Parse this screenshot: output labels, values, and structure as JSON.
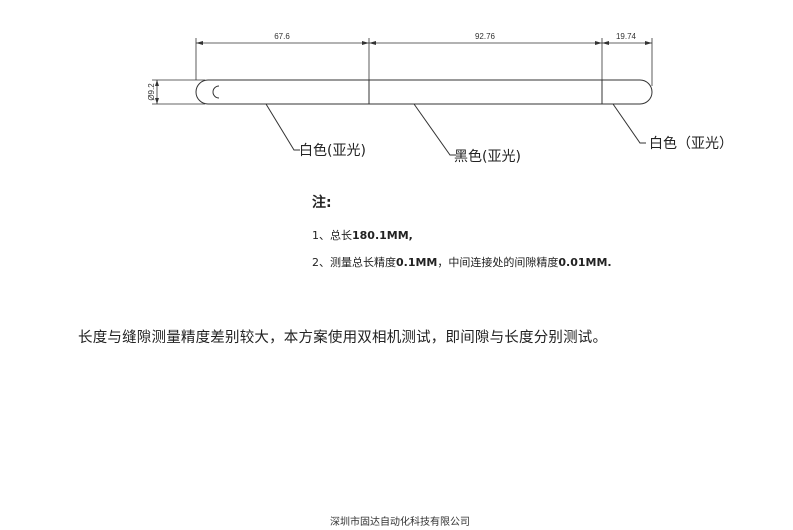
{
  "drawing": {
    "dimensions": {
      "seg1": "67.6",
      "seg2": "92.76",
      "seg3": "19.74",
      "diameter": "Ø9.2"
    },
    "callouts": {
      "left": "白色(亚光)",
      "middle": "黑色(亚光)",
      "right": "白色（亚光）"
    }
  },
  "notes": {
    "title": "注:",
    "item1": {
      "prefix": "1、总长",
      "value": "180.1MM,"
    },
    "item2": {
      "prefix": "2、测量总长精度",
      "value1": "0.1MM",
      "middle": "，中间连接处的间隙精度",
      "value2": "0.01MM."
    }
  },
  "summary": "长度与缝隙测量精度差别较大，本方案使用双相机测试，即间隙与长度分别测试。",
  "footer": "深圳市固达自动化科技有限公司"
}
